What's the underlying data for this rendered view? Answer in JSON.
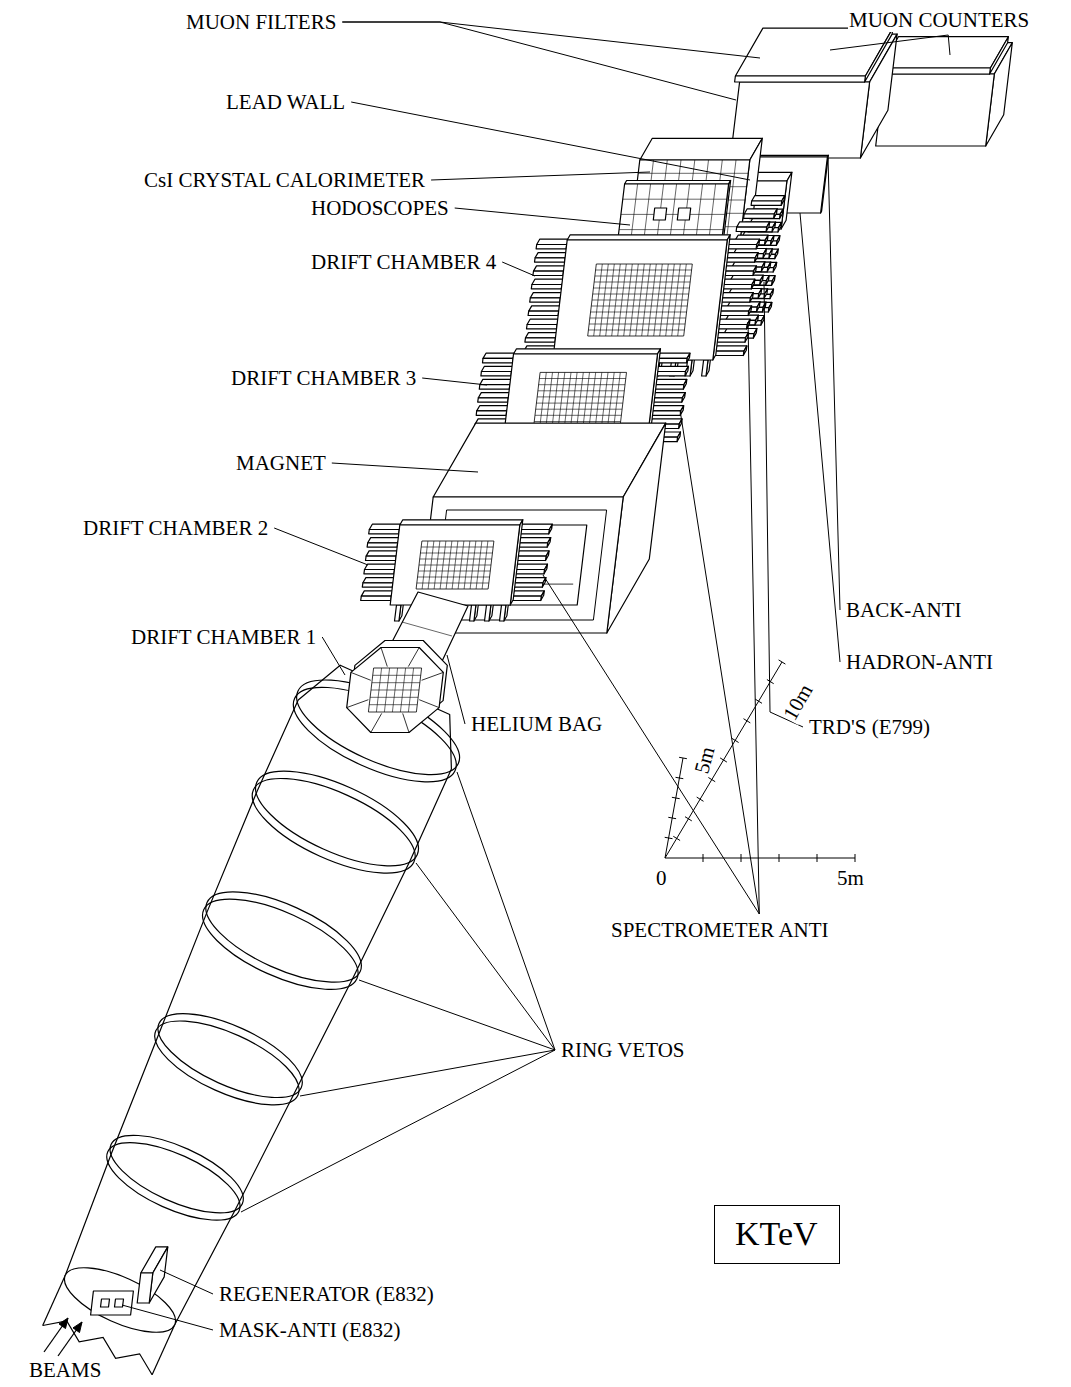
{
  "diagram": {
    "nodes": [
      {
        "text": [
          "KTeV"
        ]
      }
    ],
    "labels": [
      "MUON FILTERS",
      "MUON COUNTERS",
      "LEAD WALL",
      "CsI CRYSTAL CALORIMETER",
      "HODOSCOPES",
      "DRIFT CHAMBER 4",
      "DRIFT CHAMBER 3",
      "MAGNET",
      "DRIFT CHAMBER 2",
      "DRIFT CHAMBER 1",
      "BACK-ANTI",
      "HADRON-ANTI",
      "TRD'S (E799)",
      "SPECTROMETER ANTI",
      "HELIUM BAG",
      "RING VETOS",
      "REGENERATOR (E832)",
      "MASK-ANTI (E832)",
      "BEAMS",
      "5m",
      "10m",
      "0",
      "5m"
    ]
  }
}
